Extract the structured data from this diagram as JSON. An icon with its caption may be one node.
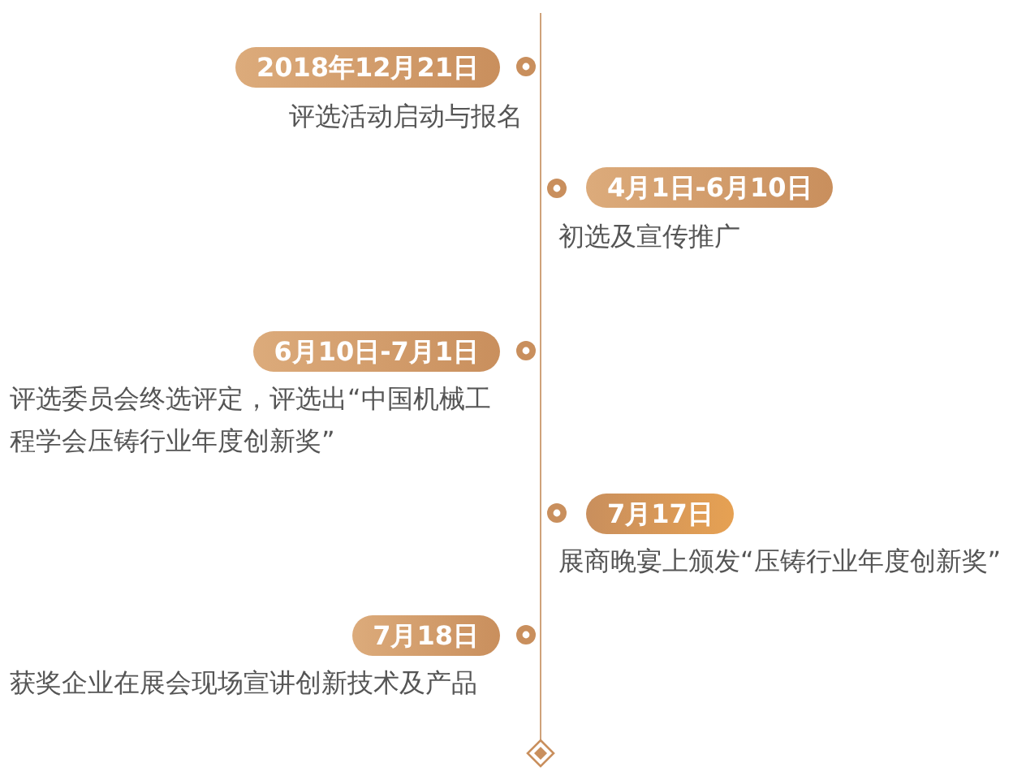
{
  "diagram": {
    "nodes": [
      {
        "text": [
          "2018年12月21日"
        ],
        "beside": [
          "评选活动启动与报名"
        ]
      },
      {
        "text": [
          "4月1日-6月10日"
        ],
        "beside": [
          "初选及宣传推广"
        ]
      },
      {
        "text": [
          "6月10日-7月1日"
        ],
        "beside": [
          "评选委员会终选评定，评选出“中国机械工程学会压铸行业年度创新奖”"
        ]
      },
      {
        "text": [
          "7月17日"
        ],
        "beside": [
          "展商晚宴上颁发“压铸行业年度创新奖”"
        ]
      },
      {
        "text": [
          "7月18日"
        ],
        "beside": [
          "获奖企业在展会现场宣讲创新技术及产品"
        ]
      }
    ]
  }
}
